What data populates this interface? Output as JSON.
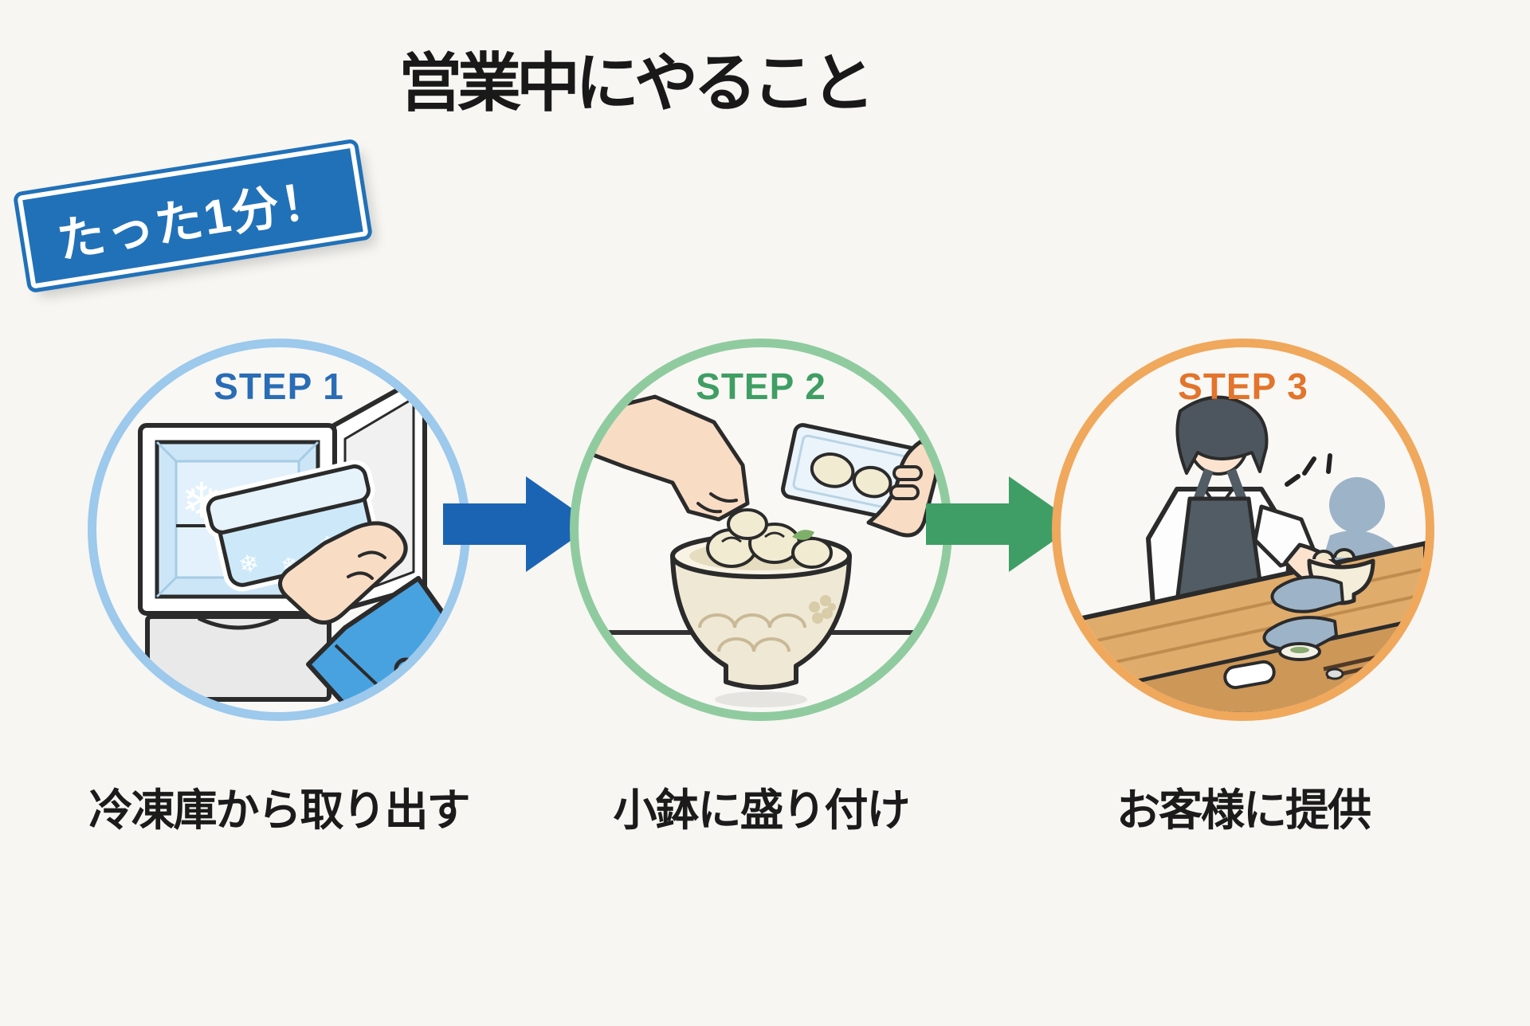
{
  "title": "営業中にやること",
  "banner": {
    "text": "たった1分！",
    "bg_color": "#2171b8",
    "text_color": "#ffffff"
  },
  "steps": [
    {
      "label": "STEP 1",
      "caption": "冷凍庫から取り出す",
      "accent_color": "#2a6cb5",
      "ring_color": "#9cc9ec",
      "illustration": "freezer-takeout"
    },
    {
      "label": "STEP 2",
      "caption": "小鉢に盛り付け",
      "accent_color": "#3f9e63",
      "ring_color": "#90cba0",
      "illustration": "bowl-plating"
    },
    {
      "label": "STEP 3",
      "caption": "お客様に提供",
      "accent_color": "#e2742c",
      "ring_color": "#f0a85c",
      "illustration": "serve-customer"
    }
  ],
  "arrows": [
    {
      "direction": "right",
      "color": "#1b64b4"
    },
    {
      "direction": "right",
      "color": "#3e9e66"
    }
  ],
  "background_color": "#f7f6f2"
}
